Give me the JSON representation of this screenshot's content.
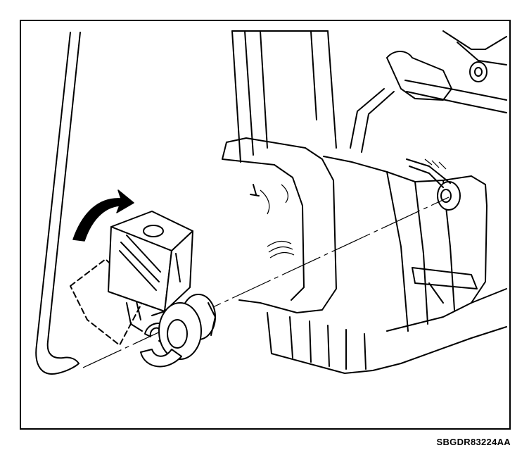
{
  "figure": {
    "code": "SBGDR83224AA"
  },
  "colors": {
    "line": "#000000",
    "background": "#ffffff"
  },
  "parts": [
    "door-trim-edge",
    "window-regulator-bracket",
    "door-lock-actuator",
    "lock-rod-clip",
    "rotation-arrow",
    "retaining-washer"
  ]
}
